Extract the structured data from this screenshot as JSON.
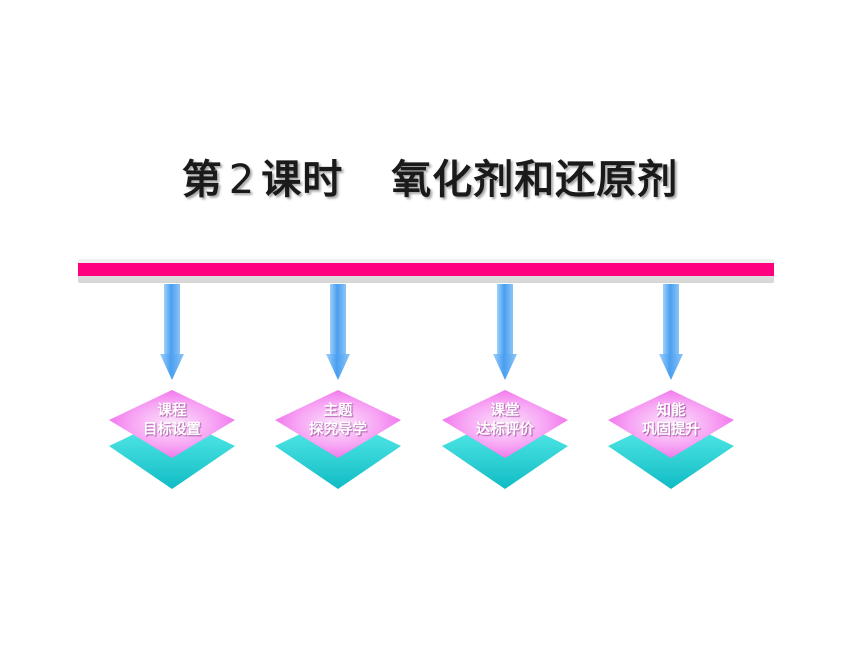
{
  "title": {
    "part1": "第",
    "number": "2",
    "part2": "课时",
    "topic": "氧化剂和还原剂"
  },
  "colors": {
    "accent_bar": "#ff0080",
    "arrow": "#5aa9f2",
    "top_face": "#f36ef0",
    "base_face": "#29d2d2"
  },
  "modules": [
    {
      "line1": "课程",
      "line2": "目标设置"
    },
    {
      "line1": "主题",
      "line2": "探究导学"
    },
    {
      "line1": "课堂",
      "line2": "达标评价"
    },
    {
      "line1": "知能",
      "line2": "巩固提升"
    }
  ]
}
